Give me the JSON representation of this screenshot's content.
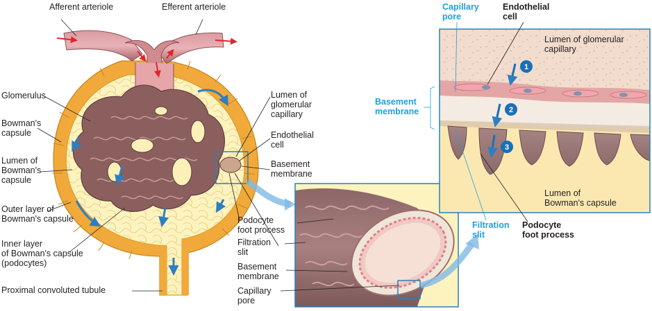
{
  "labels": {
    "afferent": "Afferent arteriole",
    "efferent": "Efferent arteriole",
    "glomerulus": "Glomerulus",
    "bowmans_capsule": "Bowman's\ncapsule",
    "lumen_bowmans": "Lumen of\nBowman's\ncapsule",
    "outer_layer": "Outer layer of\nBowman's capsule",
    "inner_layer": "Inner layer\nof Bowman's capsule\n(podocytes)",
    "proximal_tubule": "Proximal convoluted tubule",
    "mid_lumen_capillary": "Lumen of\nglomerular\ncapillary",
    "mid_endothelial": "Endothelial\ncell",
    "mid_basement": "Basement\nmembrane",
    "podocyte_foot": "Podocyte\nfoot process",
    "filtration_slit": "Filtration\nslit",
    "basement_lower": "Basement\nmembrane",
    "capillary_pore_lower": "Capillary\npore",
    "capillary_pore_top": "Capillary\npore",
    "endothelial_top": "Endothelial\ncell",
    "basement_right": "Basement\nmembrane",
    "lumen_glomerular_cap": "Lumen of glomerular\ncapillary",
    "lumen_bowmans_right": "Lumen of\nBowman's capsule",
    "filtration_slit_right": "Filtration\nslit",
    "podocyte_foot_right": "Podocyte\nfoot process"
  },
  "steps": [
    "1",
    "2",
    "3"
  ],
  "colors": {
    "tube": "#b3747a",
    "capsule": "#f3b03f",
    "capsule_inner": "#fbf1b8",
    "capillary": "#8c5f5f",
    "basement": "#efe6d9",
    "box": "#2980b9",
    "arrow_blue": "#3c9ad6",
    "flow_red": "#e0242c"
  }
}
